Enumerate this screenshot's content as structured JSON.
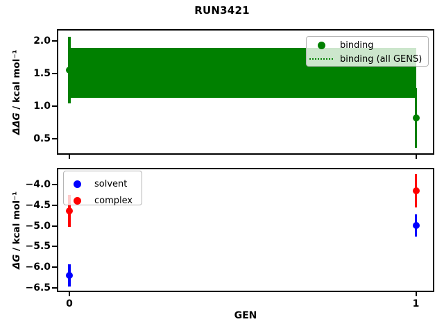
{
  "title": "RUN3421",
  "chart_data": [
    {
      "type": "scatter",
      "subplot": "top",
      "ylabel_symbol": "ΔΔG",
      "ylabel_unit": " / kcal mol⁻¹",
      "ylim": [
        0.28,
        2.16
      ],
      "xlim": [
        -0.032,
        1.049
      ],
      "yticks": [
        "2.0",
        "1.5",
        "1.0",
        "0.5"
      ],
      "ytick_values": [
        2.0,
        1.5,
        1.0,
        0.5
      ],
      "xtick_values": [
        0,
        1
      ],
      "grid": false,
      "series": [
        {
          "name": "binding",
          "color": "#008000",
          "x": [
            0,
            1
          ],
          "y": [
            1.55,
            0.82
          ],
          "yerr": [
            0.51,
            0.46
          ]
        }
      ],
      "band": {
        "label": "binding (all GENS)",
        "color": "#008000",
        "center": 1.51,
        "low": 1.13,
        "high": 1.89,
        "x_from": 0,
        "x_to": 1,
        "center_linestyle": "dotted"
      },
      "legend": {
        "position": "upper-right",
        "entries": [
          {
            "label": "binding",
            "marker": "circle",
            "color": "#008000"
          },
          {
            "label": "binding (all GENS)",
            "marker": "dotted-line",
            "color": "#008000"
          }
        ]
      }
    },
    {
      "type": "scatter",
      "subplot": "bottom",
      "ylabel_symbol": "ΔG",
      "ylabel_unit": " / kcal mol⁻¹",
      "xlabel": "GEN",
      "ylim": [
        -6.56,
        -3.64
      ],
      "xlim": [
        -0.032,
        1.049
      ],
      "yticks": [
        "−4.0",
        "−4.5",
        "−5.0",
        "−5.5",
        "−6.0",
        "−6.5"
      ],
      "ytick_values": [
        -4.0,
        -4.5,
        -5.0,
        -5.5,
        -6.0,
        -6.5
      ],
      "xticks": [
        "0",
        "1"
      ],
      "xtick_values": [
        0,
        1
      ],
      "grid": false,
      "series": [
        {
          "name": "solvent",
          "color": "#0000ff",
          "x": [
            0,
            1
          ],
          "y": [
            -6.19,
            -4.99
          ],
          "yerr": [
            0.27,
            0.27
          ]
        },
        {
          "name": "complex",
          "color": "#ff0000",
          "x": [
            0,
            1
          ],
          "y": [
            -4.64,
            -4.15
          ],
          "yerr": [
            0.39,
            0.4
          ]
        }
      ],
      "legend": {
        "position": "upper-left",
        "entries": [
          {
            "label": "solvent",
            "marker": "circle",
            "color": "#0000ff"
          },
          {
            "label": "complex",
            "marker": "circle",
            "color": "#ff0000"
          }
        ]
      }
    }
  ]
}
